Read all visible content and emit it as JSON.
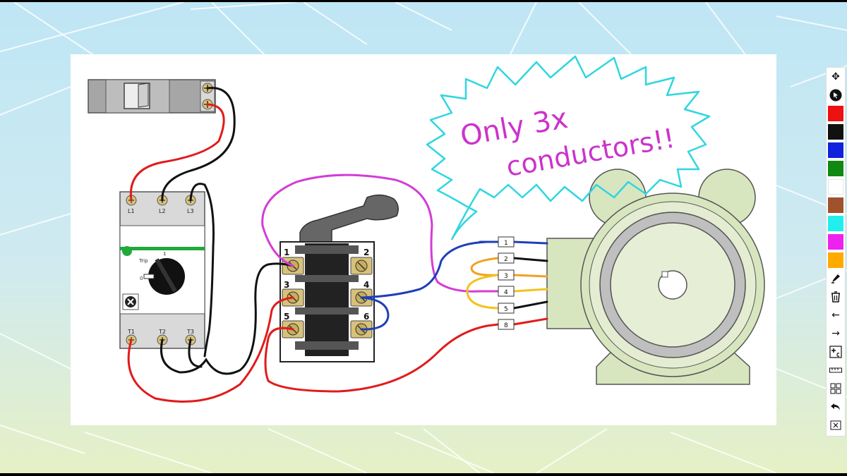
{
  "breaker": {
    "top_terminals": [
      "L1",
      "L2",
      "L3"
    ],
    "bottom_terminals": [
      "T1",
      "T2",
      "T3"
    ],
    "dial_labels": [
      "Trip",
      "1",
      "0"
    ]
  },
  "switch": {
    "terminals": [
      "1",
      "2",
      "3",
      "4",
      "5",
      "6"
    ]
  },
  "motor": {
    "terminal_labels": [
      "1",
      "2",
      "3",
      "4",
      "5",
      "8"
    ]
  },
  "annotation": {
    "line1": "Only 3x",
    "line2": "conductors!!"
  },
  "toolbar": {
    "colors": {
      "red": "#ee1111",
      "black": "#111111",
      "blue": "#1122dd",
      "green": "#118811",
      "white": "#ffffff",
      "brown": "#a0522d",
      "cyan": "#22eeee",
      "magenta": "#ee22ee",
      "orange": "#ffaa00"
    }
  },
  "colors": {
    "wire_red": "#e11b1b",
    "wire_black": "#111111",
    "wire_magenta": "#d43cd6",
    "wire_blue": "#1f3fb8",
    "wire_orange": "#f0a020",
    "wire_yellow": "#f2c31a",
    "bubble_cyan": "#2fd6e0",
    "text_magenta": "#cc33cc",
    "motor_green": "#d8e6c0",
    "terminal_brass": "#d8c27a"
  }
}
